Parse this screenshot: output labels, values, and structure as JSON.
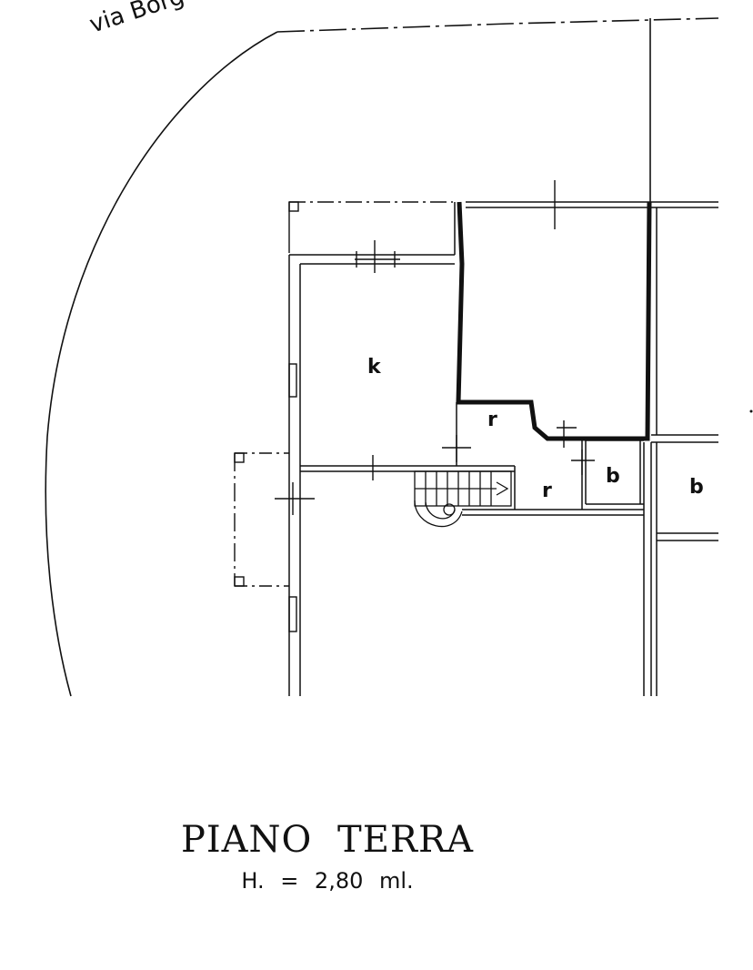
{
  "street": {
    "name": "via Borg"
  },
  "rooms": {
    "kitchen": "k",
    "storage_upper": "r",
    "storage_lower": "r",
    "bath_left": "b",
    "bath_right": "b"
  },
  "plan": {
    "title": "PIANO TERRA",
    "height": "H. = 2,80 ml."
  }
}
